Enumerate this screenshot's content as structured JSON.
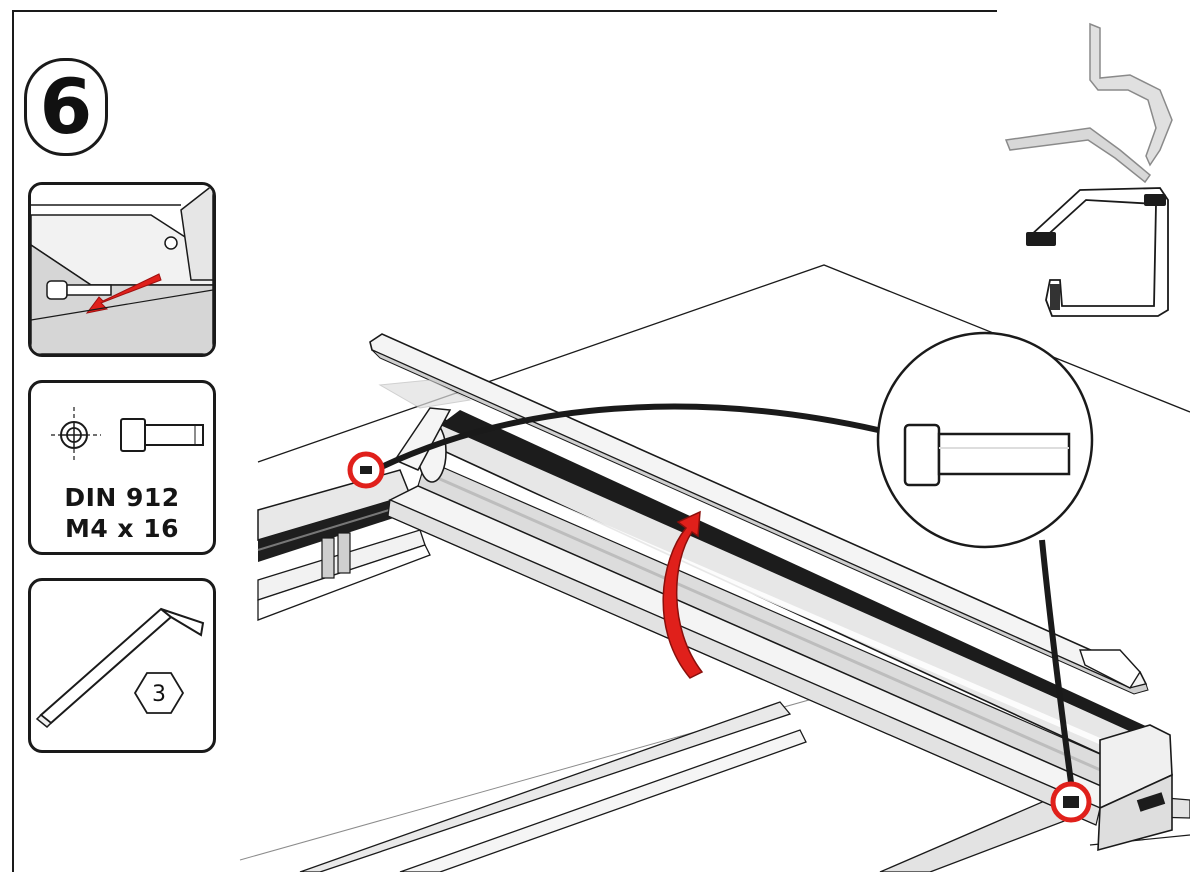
{
  "step": {
    "number": "6"
  },
  "screw_panel": {
    "standard": "DIN 912",
    "size": "M4 x 16"
  },
  "tool_panel": {
    "hex_size": "3"
  },
  "icons": {
    "step_badge": "step-number-badge",
    "loosen_detail": "loosen-screw-detail",
    "screw": "cap-screw-icon",
    "washer": "crosshair-washer-icon",
    "allen_key": "allen-key-icon",
    "rotate_arrow": "rotate-arrow-icon",
    "screw_zoom": "screw-magnifier-icon"
  },
  "colors": {
    "highlight": "#e0201b",
    "outline": "#1a1a1a",
    "shade": "#d9d9d9"
  }
}
